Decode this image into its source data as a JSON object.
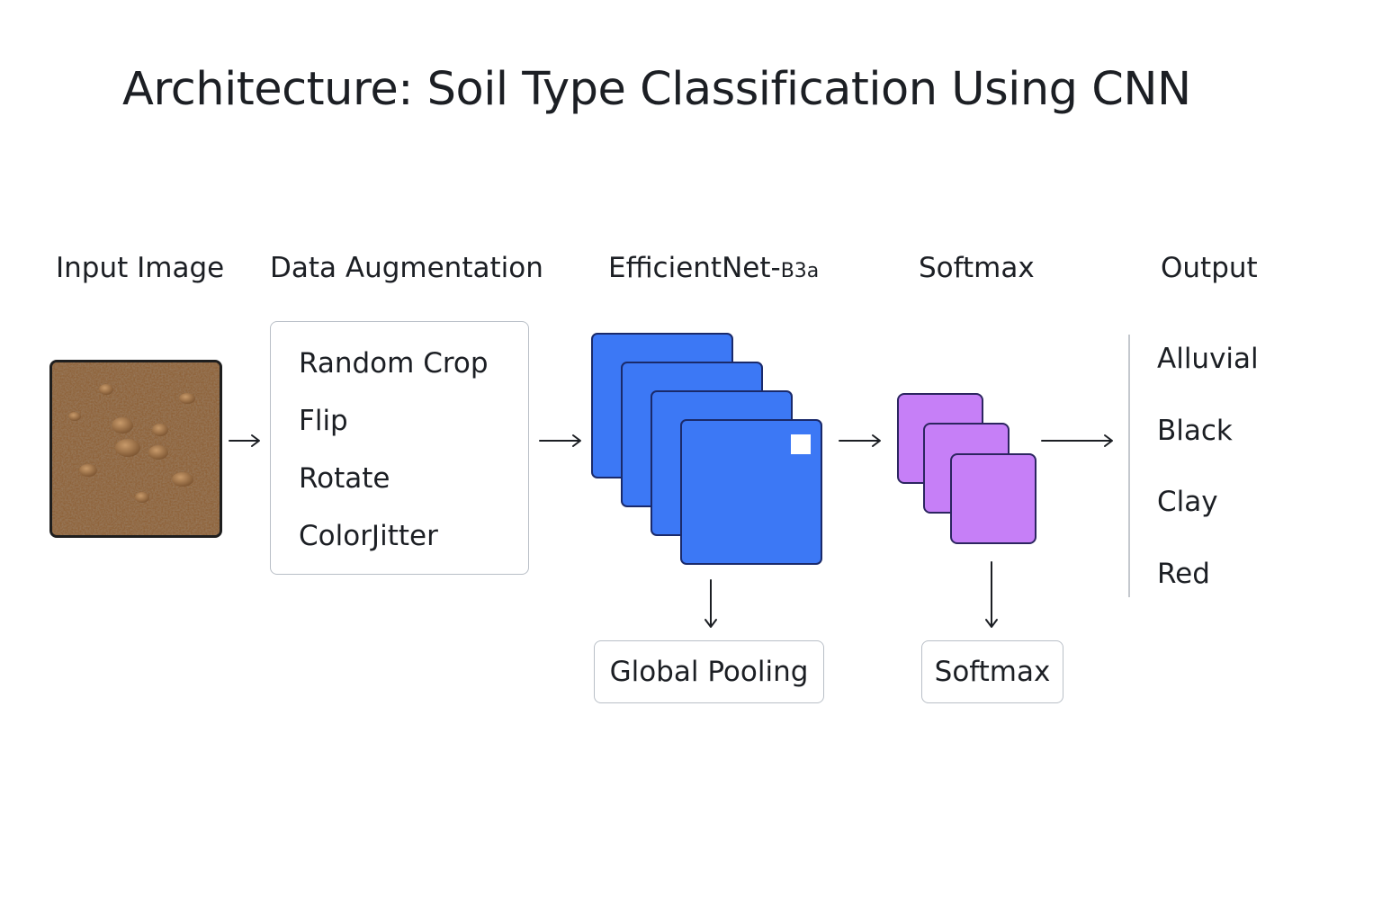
{
  "title": "Architecture: Soil Type Classification Using CNN",
  "stages": {
    "input": "Input Image",
    "augmentation": "Data Augmentation",
    "backbone_main": "EfficientNet-",
    "backbone_sub": "B3a",
    "softmax": "Softmax",
    "output": "Output"
  },
  "augmentations": [
    "Random Crop",
    "Flip",
    "Rotate",
    "ColorJitter"
  ],
  "pooling_label": "Global Pooling",
  "softmax_label": "Softmax",
  "classes": [
    "Alluvial",
    "Black",
    "Clay",
    "Red"
  ],
  "colors": {
    "backbone_layer": "#3c78f5",
    "softmax_layer": "#c67ff7",
    "soil": "#8a6038"
  }
}
